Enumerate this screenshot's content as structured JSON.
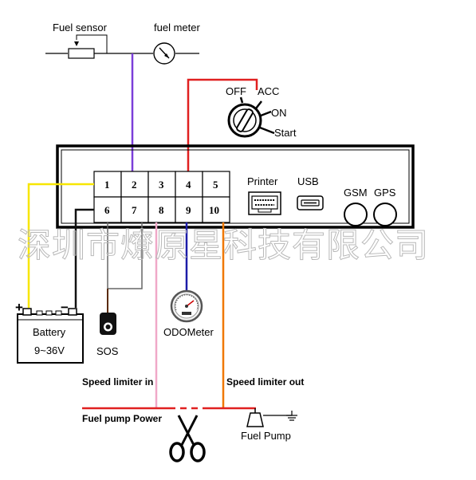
{
  "sensor": {
    "fuel_sensor": "Fuel sensor",
    "fuel_meter": "fuel meter"
  },
  "ignition": {
    "off": "OFF",
    "acc": "ACC",
    "on": "ON",
    "start": "Start"
  },
  "pins": [
    "1",
    "2",
    "3",
    "4",
    "5",
    "6",
    "7",
    "8",
    "9",
    "10"
  ],
  "ports": {
    "printer": "Printer",
    "usb": "USB",
    "gsm": "GSM",
    "gps": "GPS"
  },
  "watermark": "深圳市燎原星科技有限公司",
  "battery": {
    "name": "Battery",
    "voltage": "9~36V",
    "plus": "+",
    "minus": "−"
  },
  "sos": "SOS",
  "odometer": "ODOMeter",
  "speed_limiter_in": "Speed limiter in",
  "speed_limiter_out": "Speed limiter out",
  "fuel_pump_power": "Fuel pump Power",
  "fuel_pump": "Fuel Pump",
  "colors": {
    "purple": "#7b3fd9",
    "red": "#e02020",
    "yellow": "#f7e600",
    "pink": "#f0a8c8",
    "blue": "#1c1ca8",
    "orange": "#f07800",
    "black": "#111111"
  }
}
